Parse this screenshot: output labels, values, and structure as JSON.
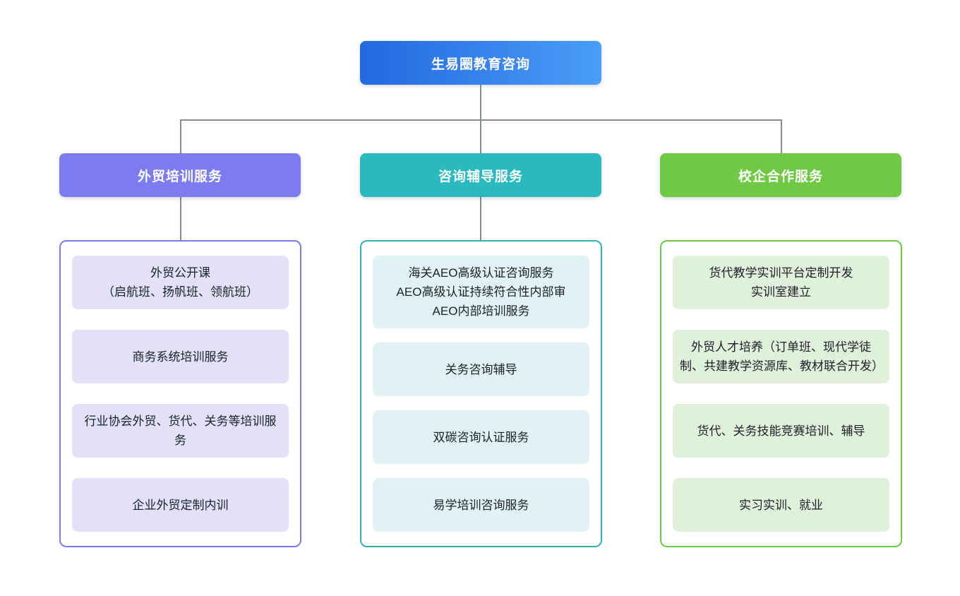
{
  "root": {
    "label": "生易圈教育咨询",
    "gradient_from": "#2268E0",
    "gradient_to": "#4A9DF8",
    "text_color": "#ffffff"
  },
  "connector_color": "#858c94",
  "branches": [
    {
      "label": "外贸培训服务",
      "header_color": "#7C7CF0",
      "border_color": "#7B7BEB",
      "item_bg": "#E3E1F8",
      "items": [
        "外贸公开课\n（启航班、扬帆班、领航班）",
        "商务系统培训服务",
        "行业协会外贸、货代、关务等培训服务",
        "企业外贸定制内训"
      ]
    },
    {
      "label": "咨询辅导服务",
      "header_color": "#29B9BE",
      "border_color": "#2BB3B8",
      "item_bg": "#E0F2F4",
      "items": [
        "海关AEO高级认证咨询服务\nAEO高级认证持续符合性内部审\nAEO内部培训服务",
        "关务咨询辅导",
        "双碳咨询认证服务",
        "易学培训咨询服务"
      ]
    },
    {
      "label": "校企合作服务",
      "header_color": "#6FC944",
      "border_color": "#6CC943",
      "item_bg": "#DFF0DB",
      "items": [
        "货代教学实训平台定制开发\n实训室建立",
        "外贸人才培养（订单班、现代学徒制、共建教学资源库、教材联合开发）",
        "货代、关务技能竞赛培训、辅导",
        "实习实训、就业"
      ]
    }
  ]
}
